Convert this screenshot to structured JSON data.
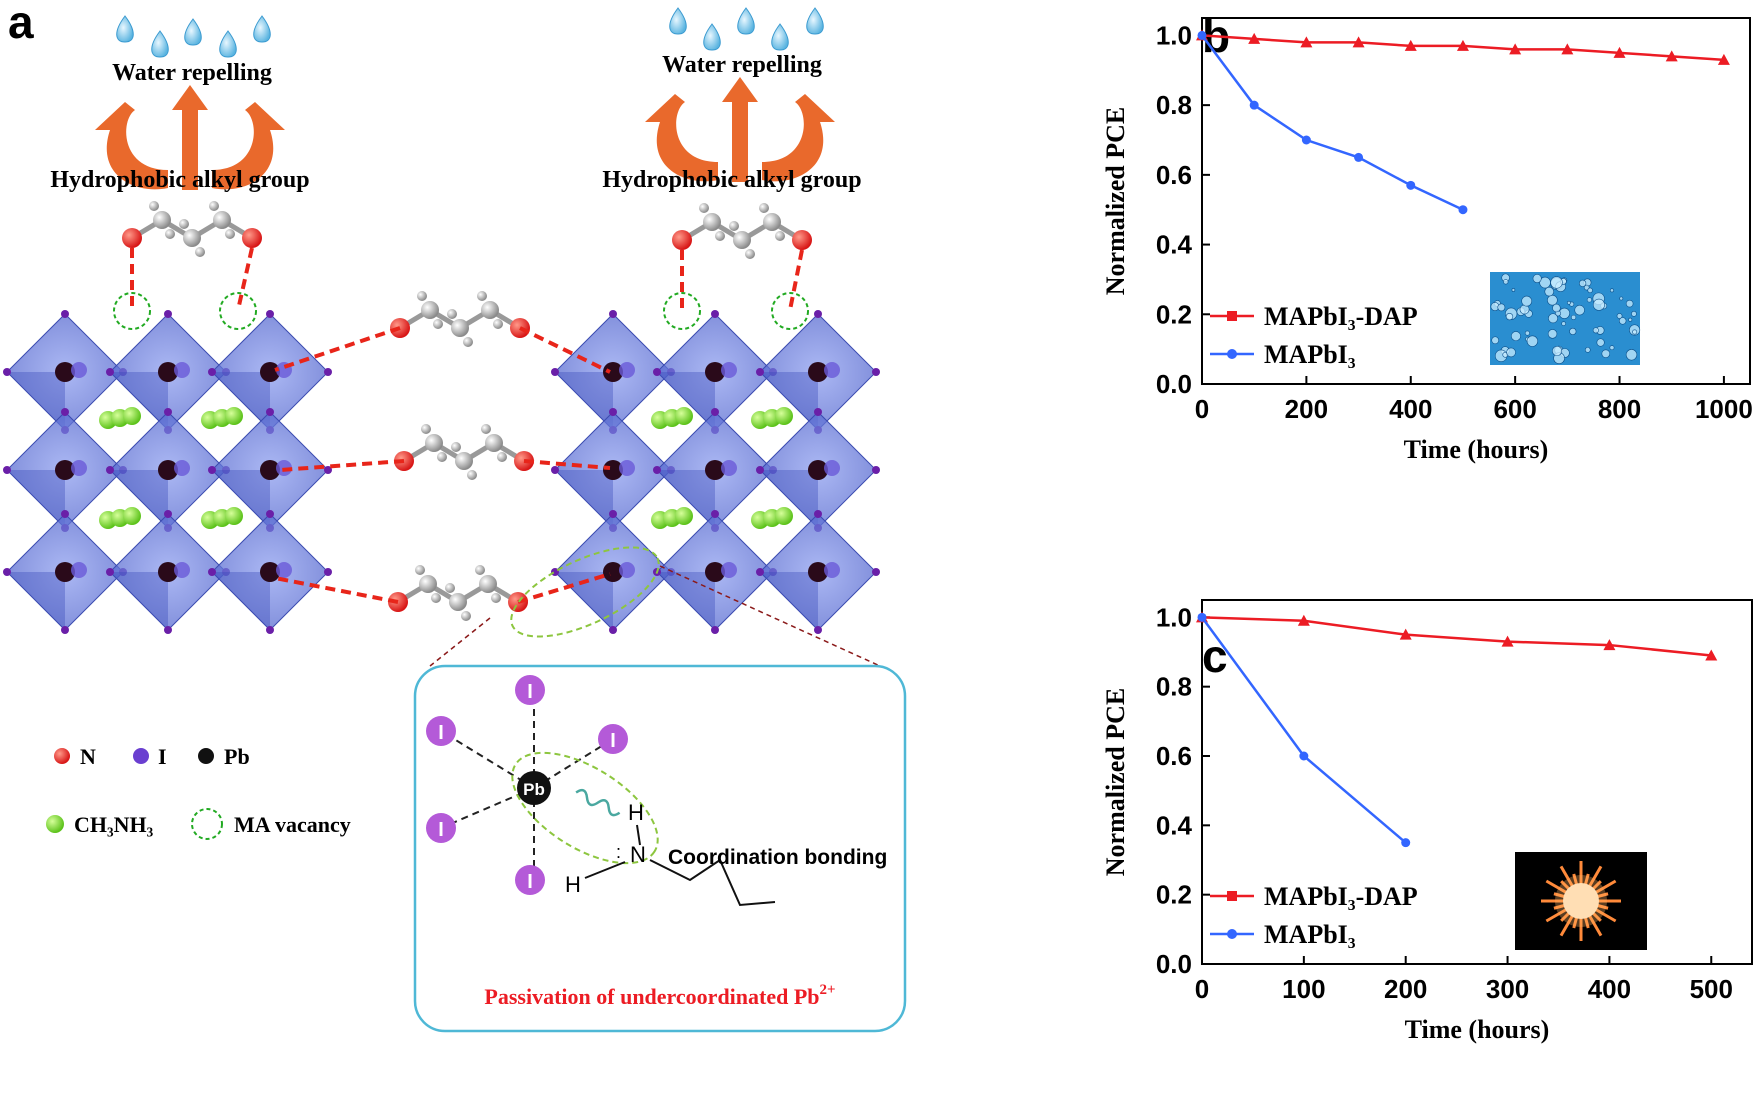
{
  "colors": {
    "red": "#ec1c24",
    "blue": "#3366ff",
    "orange": "#e9692c",
    "octahedron": "#5b6fd6",
    "green": "#7ed321",
    "purple": "#9b30d9",
    "cyan": "#4fb8d6"
  },
  "panel_a": {
    "label": "a",
    "water_repelling": "Water repelling",
    "hydrophobic": "Hydrophobic alkyl group",
    "legend": {
      "n": "N",
      "i": "I",
      "pb": "Pb",
      "ch3nh3": "CH₃NH₃",
      "vacancy": "MA vacancy"
    },
    "inset": {
      "pb": "Pb",
      "i": "I",
      "h": "H",
      "n": "N",
      "coordination": "Coordination bonding",
      "passivation": "Passivation of undercoordinated Pb",
      "passivation_sup": "2+"
    }
  },
  "chart_data": [
    {
      "type": "line",
      "panel": "b",
      "xlabel": "Time (hours)",
      "ylabel": "Normalized PCE",
      "xlim": [
        0,
        1050
      ],
      "ylim": [
        0.0,
        1.05
      ],
      "xticks": [
        0,
        200,
        400,
        600,
        800,
        1000
      ],
      "yticks": [
        0.0,
        0.2,
        0.4,
        0.6,
        0.8,
        1.0
      ],
      "legend_position": "bottom-left",
      "inset": "water droplets photo",
      "series": [
        {
          "name": "MAPbI₃-DAP",
          "color": "#ec1c24",
          "marker": "triangle",
          "x": [
            0,
            100,
            200,
            300,
            400,
            500,
            600,
            700,
            800,
            900,
            1000
          ],
          "y": [
            1.0,
            0.99,
            0.98,
            0.98,
            0.97,
            0.97,
            0.96,
            0.96,
            0.95,
            0.94,
            0.93
          ]
        },
        {
          "name": "MAPbI₃",
          "color": "#3366ff",
          "marker": "circle",
          "x": [
            0,
            100,
            200,
            300,
            400,
            500
          ],
          "y": [
            1.0,
            0.8,
            0.7,
            0.65,
            0.57,
            0.5
          ]
        }
      ]
    },
    {
      "type": "line",
      "panel": "c",
      "xlabel": "Time (hours)",
      "ylabel": "Normalized PCE",
      "xlim": [
        0,
        540
      ],
      "ylim": [
        0.0,
        1.05
      ],
      "xticks": [
        0,
        100,
        200,
        300,
        400,
        500
      ],
      "yticks": [
        0.0,
        0.2,
        0.4,
        0.6,
        0.8,
        1.0
      ],
      "legend_position": "bottom-left",
      "inset": "light burst photo",
      "series": [
        {
          "name": "MAPbI₃-DAP",
          "color": "#ec1c24",
          "marker": "triangle",
          "x": [
            0,
            100,
            200,
            300,
            400,
            500
          ],
          "y": [
            1.0,
            0.99,
            0.95,
            0.93,
            0.92,
            0.89
          ]
        },
        {
          "name": "MAPbI₃",
          "color": "#3366ff",
          "marker": "circle",
          "x": [
            0,
            100,
            200
          ],
          "y": [
            1.0,
            0.6,
            0.35
          ]
        }
      ]
    }
  ]
}
